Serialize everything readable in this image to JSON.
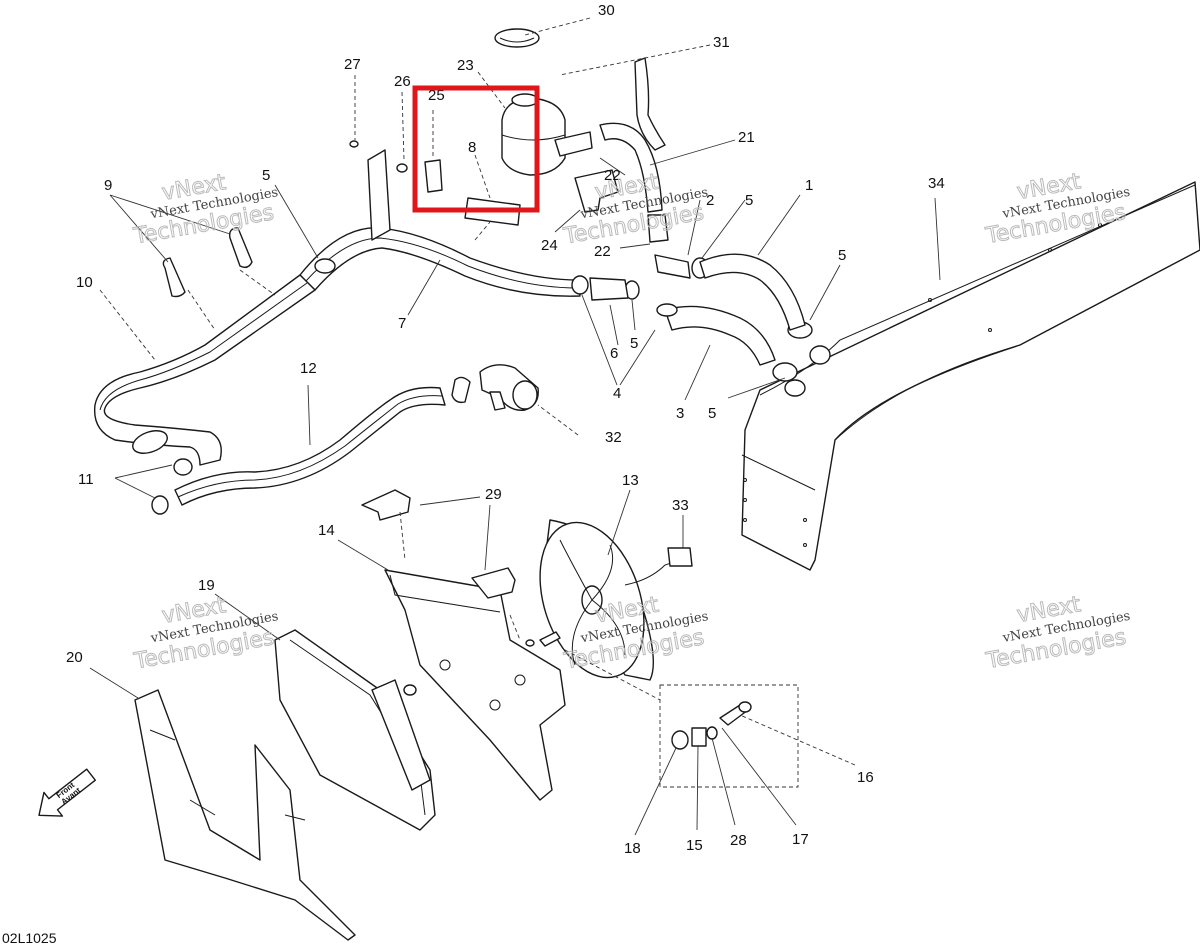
{
  "diagram": {
    "drawing_code": "02L1025",
    "front_label_en": "Front",
    "front_label_fr": "Avant",
    "highlight_color": "#e0161b",
    "watermark": {
      "line1": "vNext",
      "line2": "vNext Technologies",
      "line3": "Technologies"
    },
    "callouts": [
      {
        "id": "c1",
        "label": "1"
      },
      {
        "id": "c2",
        "label": "2"
      },
      {
        "id": "c3",
        "label": "3"
      },
      {
        "id": "c4",
        "label": "4"
      },
      {
        "id": "c5a",
        "label": "5"
      },
      {
        "id": "c5b",
        "label": "5"
      },
      {
        "id": "c5c",
        "label": "5"
      },
      {
        "id": "c5d",
        "label": "5"
      },
      {
        "id": "c5e",
        "label": "5"
      },
      {
        "id": "c6",
        "label": "6"
      },
      {
        "id": "c7",
        "label": "7"
      },
      {
        "id": "c8",
        "label": "8"
      },
      {
        "id": "c9",
        "label": "9"
      },
      {
        "id": "c10",
        "label": "10"
      },
      {
        "id": "c11",
        "label": "11"
      },
      {
        "id": "c12",
        "label": "12"
      },
      {
        "id": "c13",
        "label": "13"
      },
      {
        "id": "c14",
        "label": "14"
      },
      {
        "id": "c15",
        "label": "15"
      },
      {
        "id": "c16",
        "label": "16"
      },
      {
        "id": "c17",
        "label": "17"
      },
      {
        "id": "c18",
        "label": "18"
      },
      {
        "id": "c19",
        "label": "19"
      },
      {
        "id": "c20",
        "label": "20"
      },
      {
        "id": "c21",
        "label": "21"
      },
      {
        "id": "c22a",
        "label": "22"
      },
      {
        "id": "c22b",
        "label": "22"
      },
      {
        "id": "c23",
        "label": "23"
      },
      {
        "id": "c24",
        "label": "24"
      },
      {
        "id": "c25",
        "label": "25"
      },
      {
        "id": "c26",
        "label": "26"
      },
      {
        "id": "c27",
        "label": "27"
      },
      {
        "id": "c28",
        "label": "28"
      },
      {
        "id": "c29",
        "label": "29"
      },
      {
        "id": "c30",
        "label": "30"
      },
      {
        "id": "c31",
        "label": "31"
      },
      {
        "id": "c32",
        "label": "32"
      },
      {
        "id": "c33",
        "label": "33"
      },
      {
        "id": "c34",
        "label": "34"
      }
    ]
  }
}
